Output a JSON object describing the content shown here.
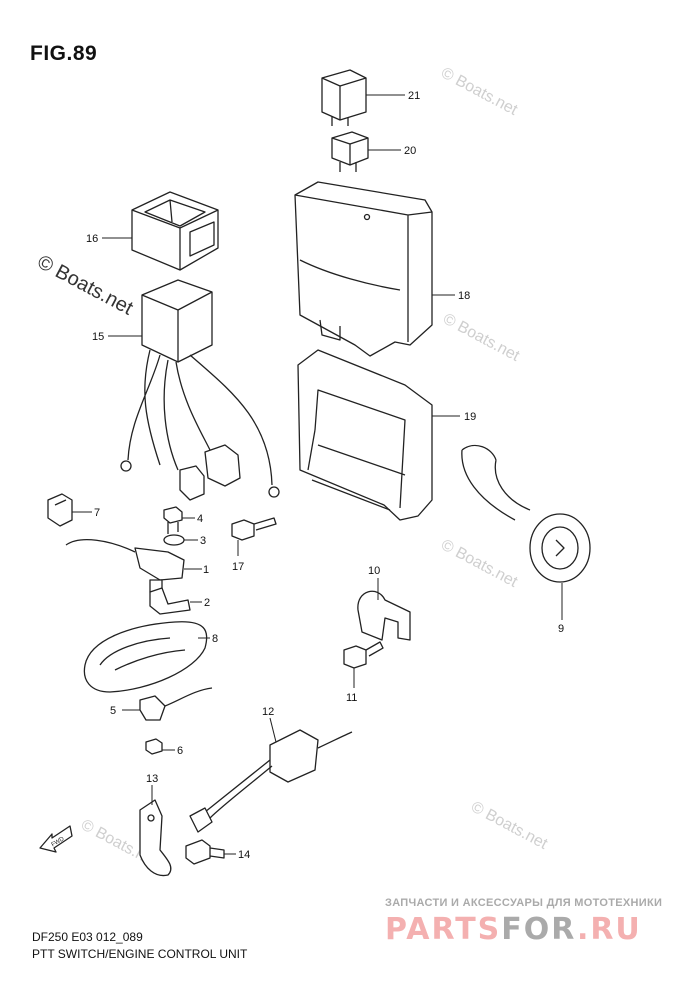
{
  "figure_label": "FIG.89",
  "caption": {
    "model_code": "DF250 E03 012_089",
    "title": "PTT SWITCH/ENGINE CONTROL UNIT"
  },
  "watermark": "© Boats.net",
  "brand": {
    "tagline": "ЗАПЧАСТИ И АКСЕССУАРЫ ДЛЯ МОТОТЕХНИКИ",
    "name_a": "PARTS",
    "name_b": "FOR",
    "name_c": ".RU"
  },
  "fwd_label": "FWD",
  "callouts": [
    "1",
    "2",
    "3",
    "4",
    "5",
    "6",
    "7",
    "8",
    "9",
    "10",
    "11",
    "12",
    "13",
    "14",
    "15",
    "16",
    "17",
    "18",
    "19",
    "20",
    "21"
  ]
}
